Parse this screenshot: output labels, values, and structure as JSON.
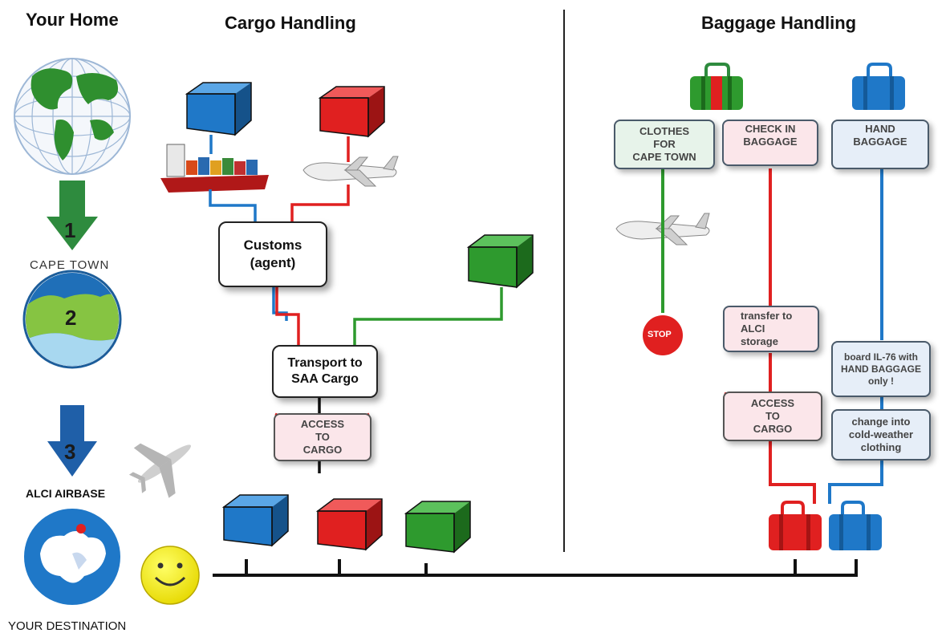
{
  "left_column": {
    "title": "Your Home",
    "step1_number": "1",
    "step1_label": "CAPE TOWN",
    "step2_number": "2",
    "step3_number": "3",
    "step3_label": "ALCI AIRBASE",
    "destination_label": "YOUR DESTINATION"
  },
  "cargo": {
    "title": "Cargo Handling",
    "customs_label": "Customs\n(agent)",
    "transport_label": "Transport to\nSAA Cargo",
    "access_label": "ACCESS\nTO\nCARGO"
  },
  "baggage": {
    "title": "Baggage Handling",
    "clothes_label": "CLOTHES\nFOR\nCAPE TOWN",
    "checkin_label": "CHECK IN\nBAGGAGE",
    "hand_label": "HAND\nBAGGAGE",
    "stop_label": "STOP",
    "transfer_label": "transfer to\nALCI\nstorage",
    "access_label": "ACCESS\nTO\nCARGO",
    "board_label": "board IL-76 with\nHAND BAGGAGE\nonly !",
    "change_label": "change into\ncold-weather\nclothing"
  },
  "colors": {
    "blue": "#1f78c8",
    "red": "#e02020",
    "green": "#2e9a2e",
    "dark": "#111111"
  }
}
